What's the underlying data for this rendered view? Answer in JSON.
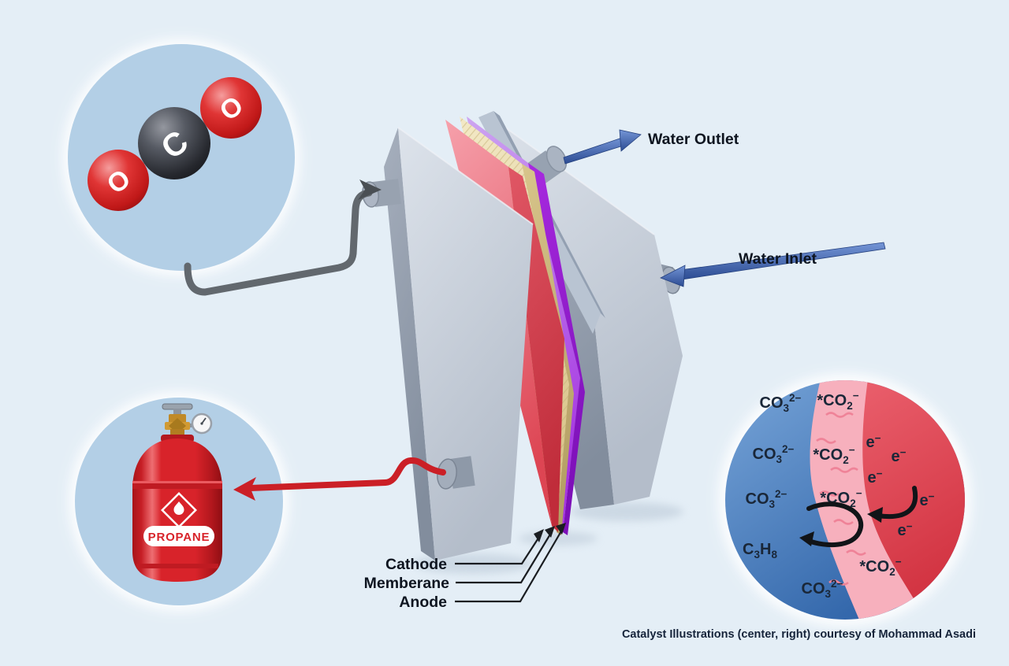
{
  "molecule_panel": {
    "oxygen_symbol": "O",
    "carbon_symbol": "C"
  },
  "flow_labels": {
    "water_outlet": "Water Outlet",
    "water_inlet": "Water Inlet"
  },
  "layer_labels": {
    "cathode": "Cathode",
    "membrane": "Memberane",
    "anode": "Anode"
  },
  "propane_panel": {
    "tank_label": "PROPANE"
  },
  "catalyst_panel": {
    "carbonate": {
      "base": "CO",
      "sub": "3",
      "sup": "2−"
    },
    "adsorbed_co2": {
      "base": "*CO",
      "sub": "2",
      "sup": "−"
    },
    "electron": {
      "base": "e",
      "sup": "−"
    },
    "propane_formula": {
      "p1": "C",
      "s1": "3",
      "p2": "H",
      "s2": "8"
    }
  },
  "attribution": "Catalyst Illustrations (center, right) courtesy of Mohammad Asadi",
  "colors": {
    "background": "#e4eef6",
    "panel_circle": "#b3cfe6",
    "cathode_red": "#dd4553",
    "membrane_tan": "#e5d7a6",
    "anode_purple": "#a935e3",
    "block_gray": "#c3cbd7",
    "water_arrow_blue": "#3a5da8",
    "propane_red": "#d8232a",
    "catalyst_blue": "#2f66ac",
    "catalyst_pink": "#f7b0bd",
    "catalyst_red": "#e05060"
  }
}
